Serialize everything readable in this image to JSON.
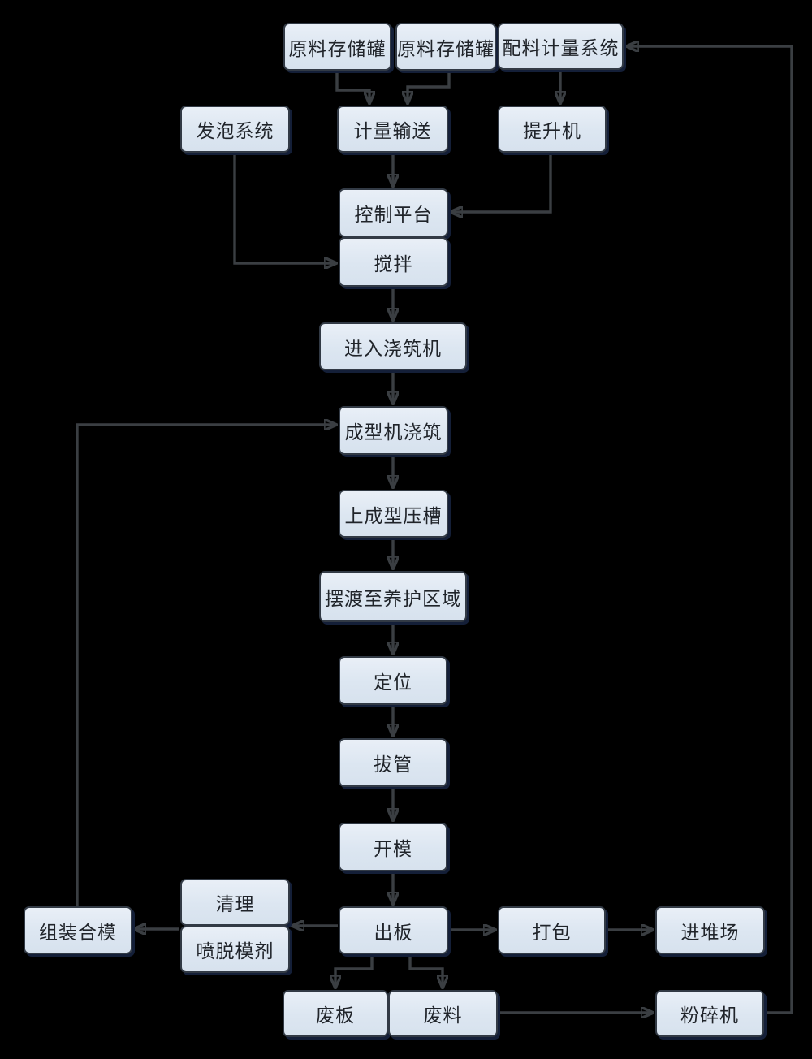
{
  "diagram": {
    "type": "flowchart",
    "language": "zh-CN",
    "colors": {
      "background": "#000000",
      "node_fill": "#dce6f1",
      "node_border": "#323a45",
      "node_shadow": "#141f38",
      "connector": "#3a3e42",
      "text": "#20242a"
    },
    "nodes": {
      "tank1": {
        "label": "原料存储罐"
      },
      "tank2": {
        "label": "原料存储罐"
      },
      "batching_system": {
        "label": "配料计量系统"
      },
      "foaming_system": {
        "label": "发泡系统"
      },
      "metering_conveyor": {
        "label": "计量输送"
      },
      "hoist": {
        "label": "提升机"
      },
      "control_platform": {
        "label": "控制平台"
      },
      "mixing": {
        "label": "搅拌"
      },
      "enter_pouring_machine": {
        "label": "进入浇筑机"
      },
      "forming_machine_pouring": {
        "label": "成型机浇筑"
      },
      "forming_press_groove": {
        "label": "上成型压槽"
      },
      "ferry_to_curing_area": {
        "label": "摆渡至养护区域"
      },
      "positioning": {
        "label": "定位"
      },
      "tube_pulling": {
        "label": "拔管"
      },
      "mold_opening": {
        "label": "开模"
      },
      "plate_out": {
        "label": "出板"
      },
      "cleaning": {
        "label": "清理"
      },
      "spray_release_agent": {
        "label": "喷脱模剂"
      },
      "mold_assembly": {
        "label": "组装合模"
      },
      "packing": {
        "label": "打包"
      },
      "stacking_yard": {
        "label": "进堆场"
      },
      "waste_board": {
        "label": "废板"
      },
      "waste_material": {
        "label": "废料"
      },
      "crusher": {
        "label": "粉碎机"
      }
    },
    "edges": [
      {
        "from": "tank1",
        "to": "metering_conveyor"
      },
      {
        "from": "tank2",
        "to": "metering_conveyor"
      },
      {
        "from": "batching_system",
        "to": "hoist"
      },
      {
        "from": "metering_conveyor",
        "to": "control_platform"
      },
      {
        "from": "hoist",
        "to": "control_platform"
      },
      {
        "from": "foaming_system",
        "to": "mixing"
      },
      {
        "from": "mixing",
        "to": "enter_pouring_machine"
      },
      {
        "from": "enter_pouring_machine",
        "to": "forming_machine_pouring"
      },
      {
        "from": "forming_machine_pouring",
        "to": "forming_press_groove"
      },
      {
        "from": "forming_press_groove",
        "to": "ferry_to_curing_area"
      },
      {
        "from": "ferry_to_curing_area",
        "to": "positioning"
      },
      {
        "from": "positioning",
        "to": "tube_pulling"
      },
      {
        "from": "tube_pulling",
        "to": "mold_opening"
      },
      {
        "from": "mold_opening",
        "to": "plate_out"
      },
      {
        "from": "plate_out",
        "to": "packing"
      },
      {
        "from": "packing",
        "to": "stacking_yard"
      },
      {
        "from": "plate_out",
        "to": "cleaning"
      },
      {
        "from": "cleaning",
        "to": "mold_assembly"
      },
      {
        "from": "mold_assembly",
        "to": "forming_machine_pouring"
      },
      {
        "from": "plate_out",
        "to": "waste_board"
      },
      {
        "from": "plate_out",
        "to": "waste_material"
      },
      {
        "from": "waste_material",
        "to": "crusher"
      },
      {
        "from": "crusher",
        "to": "batching_system"
      }
    ]
  }
}
